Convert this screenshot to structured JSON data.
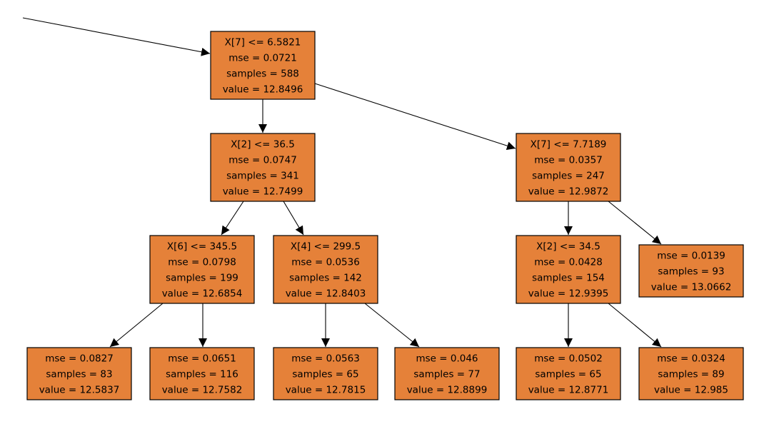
{
  "diagram": {
    "type": "decision-tree",
    "node_fill": "#e58139",
    "nodes": [
      {
        "id": "n0",
        "lines": [
          "X[7] <= 6.5821",
          "mse = 0.0721",
          "samples = 588",
          "value = 12.8496"
        ]
      },
      {
        "id": "n1",
        "lines": [
          "X[2] <= 36.5",
          "mse = 0.0747",
          "samples = 341",
          "value = 12.7499"
        ]
      },
      {
        "id": "n2",
        "lines": [
          "X[7] <= 7.7189",
          "mse = 0.0357",
          "samples = 247",
          "value = 12.9872"
        ]
      },
      {
        "id": "n3",
        "lines": [
          "X[6] <= 345.5",
          "mse = 0.0798",
          "samples = 199",
          "value = 12.6854"
        ]
      },
      {
        "id": "n4",
        "lines": [
          "X[4] <= 299.5",
          "mse = 0.0536",
          "samples = 142",
          "value = 12.8403"
        ]
      },
      {
        "id": "n5",
        "lines": [
          "X[2] <= 34.5",
          "mse = 0.0428",
          "samples = 154",
          "value = 12.9395"
        ]
      },
      {
        "id": "n6",
        "lines": [
          "mse = 0.0139",
          "samples = 93",
          "value = 13.0662"
        ]
      },
      {
        "id": "n7",
        "lines": [
          "mse = 0.0827",
          "samples = 83",
          "value = 12.5837"
        ]
      },
      {
        "id": "n8",
        "lines": [
          "mse = 0.0651",
          "samples = 116",
          "value = 12.7582"
        ]
      },
      {
        "id": "n9",
        "lines": [
          "mse = 0.0563",
          "samples = 65",
          "value = 12.7815"
        ]
      },
      {
        "id": "n10",
        "lines": [
          "mse = 0.046",
          "samples = 77",
          "value = 12.8899"
        ]
      },
      {
        "id": "n11",
        "lines": [
          "mse = 0.0502",
          "samples = 65",
          "value = 12.8771"
        ]
      },
      {
        "id": "n12",
        "lines": [
          "mse = 0.0324",
          "samples = 89",
          "value = 12.985"
        ]
      }
    ],
    "edges": [
      {
        "from": "external",
        "to": "n0"
      },
      {
        "from": "n0",
        "to": "n1"
      },
      {
        "from": "n0",
        "to": "n2"
      },
      {
        "from": "n1",
        "to": "n3"
      },
      {
        "from": "n1",
        "to": "n4"
      },
      {
        "from": "n2",
        "to": "n5"
      },
      {
        "from": "n2",
        "to": "n6"
      },
      {
        "from": "n3",
        "to": "n7"
      },
      {
        "from": "n3",
        "to": "n8"
      },
      {
        "from": "n4",
        "to": "n9"
      },
      {
        "from": "n4",
        "to": "n10"
      },
      {
        "from": "n5",
        "to": "n11"
      },
      {
        "from": "n5",
        "to": "n12"
      }
    ]
  }
}
